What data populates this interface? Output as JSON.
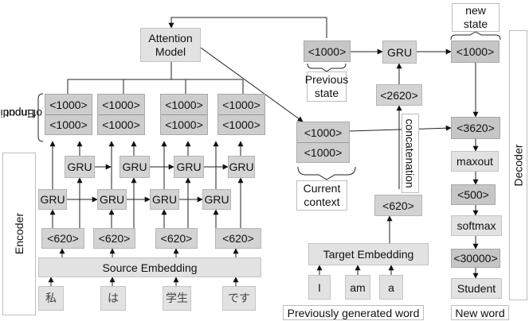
{
  "attention_model": [
    "Attention",
    "Model"
  ],
  "encoding_of_input": [
    "Encoding",
    "of input"
  ],
  "encoder_label": "Encoder",
  "decoder_label": "Decoder",
  "encoder": {
    "annotations": [
      {
        "top": "<1000>",
        "bottom": "<1000>"
      },
      {
        "top": "<1000>",
        "bottom": "<1000>"
      },
      {
        "top": "<1000>",
        "bottom": "<1000>"
      },
      {
        "top": "<1000>",
        "bottom": "<1000>"
      }
    ],
    "backward_gru": [
      "GRU",
      "GRU",
      "GRU",
      "GRU"
    ],
    "forward_gru": [
      "GRU",
      "GRU",
      "GRU",
      "GRU"
    ],
    "embeddings": [
      "<620>",
      "<620>",
      "<620>",
      "<620>"
    ],
    "source_embedding": "Source Embedding",
    "source_words": [
      "私",
      "は",
      "学生",
      "です"
    ]
  },
  "context": {
    "top": "<1000>",
    "bottom": "<1000>",
    "label": [
      "Current",
      "context"
    ]
  },
  "previous_state": {
    "value": "<1000>",
    "label": [
      "Previous",
      "state"
    ]
  },
  "decoder_gru": "GRU",
  "concat_2620": "<2620>",
  "concatenation": "concatenation",
  "target_620": "<620>",
  "target_embedding": "Target Embedding",
  "target_words": [
    "I",
    "am",
    "a"
  ],
  "previously_generated_word": "Previously generated word",
  "new_state": {
    "label": [
      "new",
      "state"
    ],
    "value": "<1000>"
  },
  "output_stack": [
    "<3620>",
    "maxout",
    "<500>",
    "softmax",
    "<30000>",
    "Student"
  ],
  "new_word": "New word"
}
